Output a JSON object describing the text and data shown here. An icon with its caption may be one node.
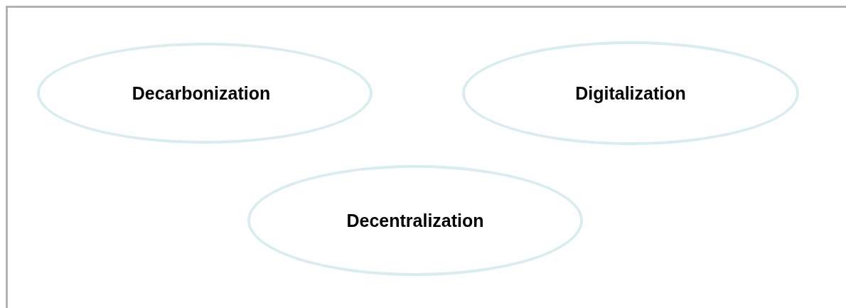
{
  "diagram": {
    "nodes": [
      {
        "text": [
          "Decarbonization"
        ]
      },
      {
        "text": [
          "Digitalization"
        ]
      },
      {
        "text": [
          "Decentralization"
        ]
      }
    ]
  }
}
